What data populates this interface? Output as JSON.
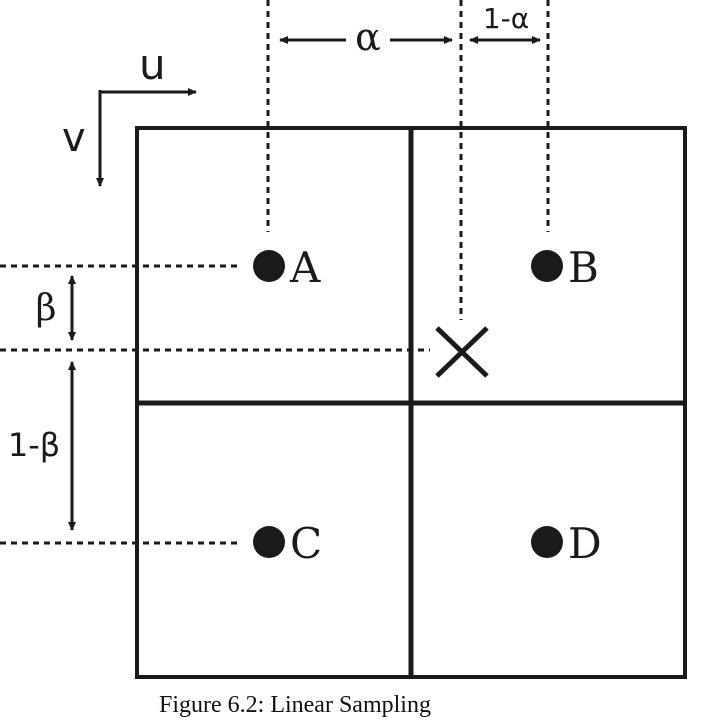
{
  "axes": {
    "u_label": "u",
    "v_label": "v"
  },
  "weights": {
    "alpha": "α",
    "one_minus_alpha": "1-α",
    "beta": "β",
    "one_minus_beta": "1-β"
  },
  "points": [
    {
      "label": "A"
    },
    {
      "label": "B"
    },
    {
      "label": "C"
    },
    {
      "label": "D"
    }
  ],
  "caption": "Figure 6.2: Linear Sampling",
  "colors": {
    "ink": "#1a1a1a",
    "background": "#ffffff"
  }
}
